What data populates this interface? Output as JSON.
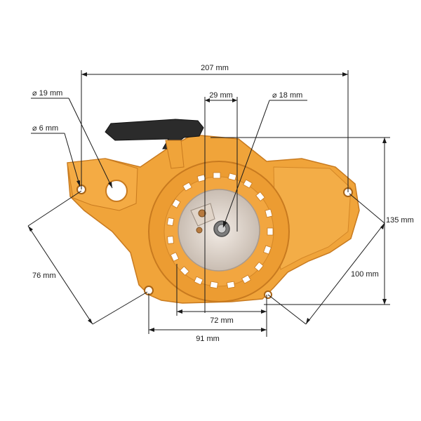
{
  "dimensions": {
    "overall_width": "207 mm",
    "hole_large": "⌀ 19 mm",
    "hole_small": "⌀ 6 mm",
    "hub_width": "29 mm",
    "hub_bore": "⌀ 18 mm",
    "height": "135 mm",
    "left_diagonal": "76 mm",
    "right_diagonal": "100 mm",
    "inner_span": "72 mm",
    "lower_span": "91 mm"
  },
  "colors": {
    "housing": "#f0a43a",
    "housing_dark": "#c87a1f",
    "handle": "#2b2b2b",
    "pulley": "#d9cfc6",
    "line": "#1a1a1a"
  }
}
